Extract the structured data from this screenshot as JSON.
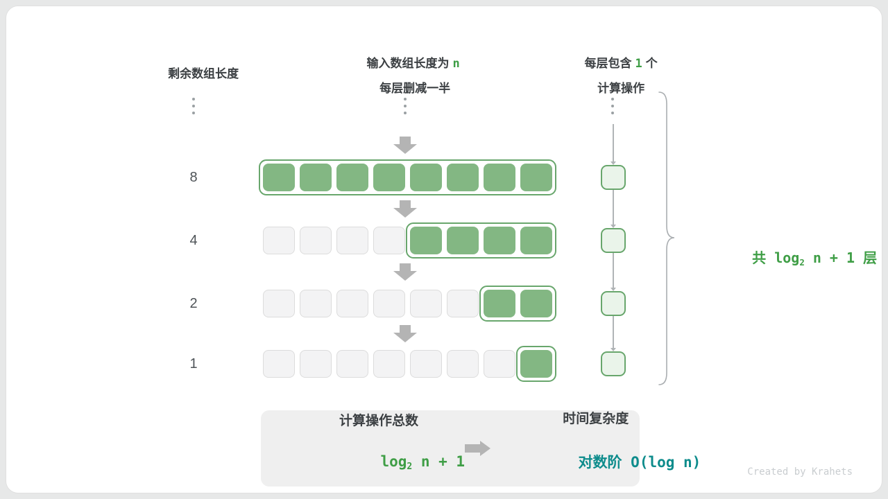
{
  "colors": {
    "page-bg": "#e7e8e8",
    "card-bg": "#ffffff",
    "card-border": "#e0e0e0",
    "text-dark": "#3c4043",
    "label-gray": "#4e5357",
    "accent-green": "#3f9e46",
    "cell-green": "#83b783",
    "group-green": "#68a66c",
    "op-green": "#eaf4ea",
    "empty-cell": "#f3f3f4",
    "empty-border": "#dcdcdc",
    "arrow-gray": "#b4b4b4",
    "connector-gray": "#b0b4b6",
    "dot-gray": "#9aa0a3",
    "brace-gray": "#a9adb0",
    "teal": "#0e8c8c",
    "summary-bg": "#efefef",
    "watermark-gray": "#c9cdd0"
  },
  "headers": {
    "remaining": "剩余数组长度",
    "input_prefix": "输入数组长度为",
    "input_code": "n",
    "input_line2": "每层删减一半",
    "ops_prefix": "每层包含",
    "ops_code": "1",
    "ops_suffix": "个",
    "ops_line2": "计算操作"
  },
  "diagram": {
    "rows": [
      {
        "remaining_length": "8",
        "empty_cells": 0,
        "active_cells": 8
      },
      {
        "remaining_length": "4",
        "empty_cells": 4,
        "active_cells": 4
      },
      {
        "remaining_length": "2",
        "empty_cells": 6,
        "active_cells": 2
      },
      {
        "remaining_length": "1",
        "empty_cells": 7,
        "active_cells": 1
      }
    ]
  },
  "brace": {
    "prefix": "共 log",
    "sub": "2",
    "suffix": " n + 1 层"
  },
  "summary": {
    "ops_title": "计算操作总数",
    "ops_value_prefix": "log",
    "ops_value_sub": "2",
    "ops_value_suffix": " n + 1",
    "time_title": "时间复杂度",
    "time_value_cn": "对数阶 ",
    "time_value_code": "O(log n)"
  },
  "watermark": "Created by Krahets"
}
